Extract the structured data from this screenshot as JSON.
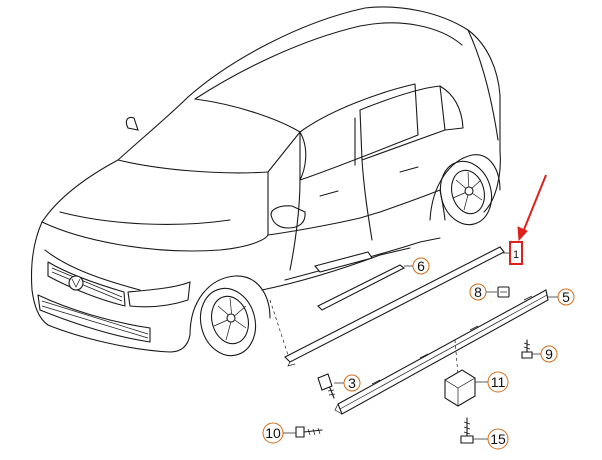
{
  "diagram": {
    "parts": [
      {
        "number": "1"
      },
      {
        "number": "3"
      },
      {
        "number": "5"
      },
      {
        "number": "6"
      },
      {
        "number": "8"
      },
      {
        "number": "9"
      },
      {
        "number": "10"
      },
      {
        "number": "11"
      },
      {
        "number": "15"
      }
    ],
    "colors": {
      "line": "#1a1a1a",
      "highlight": "#e0201b",
      "callout_bg": "#ffffff"
    }
  }
}
